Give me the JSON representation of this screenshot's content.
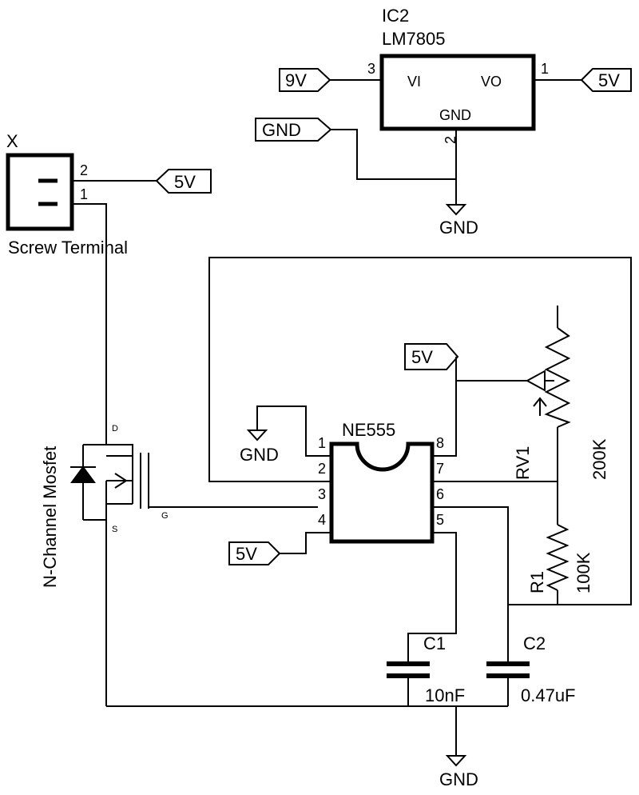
{
  "regulator": {
    "ref": "IC2",
    "part": "LM7805",
    "pin_vi_label": "VI",
    "pin_vo_label": "VO",
    "pin_gnd_label": "GND",
    "pin_in_num": "3",
    "pin_out_num": "1",
    "pin_gnd_num": "2",
    "in_port": "9V",
    "out_port": "5V",
    "gnd_port": "GND",
    "gnd_symbol": "GND"
  },
  "terminal": {
    "ref": "X",
    "name": "Screw Terminal",
    "pin2": "2",
    "pin1": "1",
    "port": "5V"
  },
  "mosfet": {
    "name": "N-Channel Mosfet",
    "pin_d": "D",
    "pin_s": "S",
    "pin_g": "G"
  },
  "timer": {
    "part": "NE555",
    "pins": [
      "1",
      "2",
      "3",
      "4",
      "8",
      "7",
      "6",
      "5"
    ],
    "gnd_symbol": "GND",
    "pin4_port": "5V",
    "pin8_port": "5V"
  },
  "pot": {
    "ref": "RV1",
    "value": "200K"
  },
  "resistor": {
    "ref": "R1",
    "value": "100K"
  },
  "cap1": {
    "ref": "C1",
    "value": "10nF"
  },
  "cap2": {
    "ref": "C2",
    "value": "0.47uF"
  },
  "bottom_gnd": "GND"
}
